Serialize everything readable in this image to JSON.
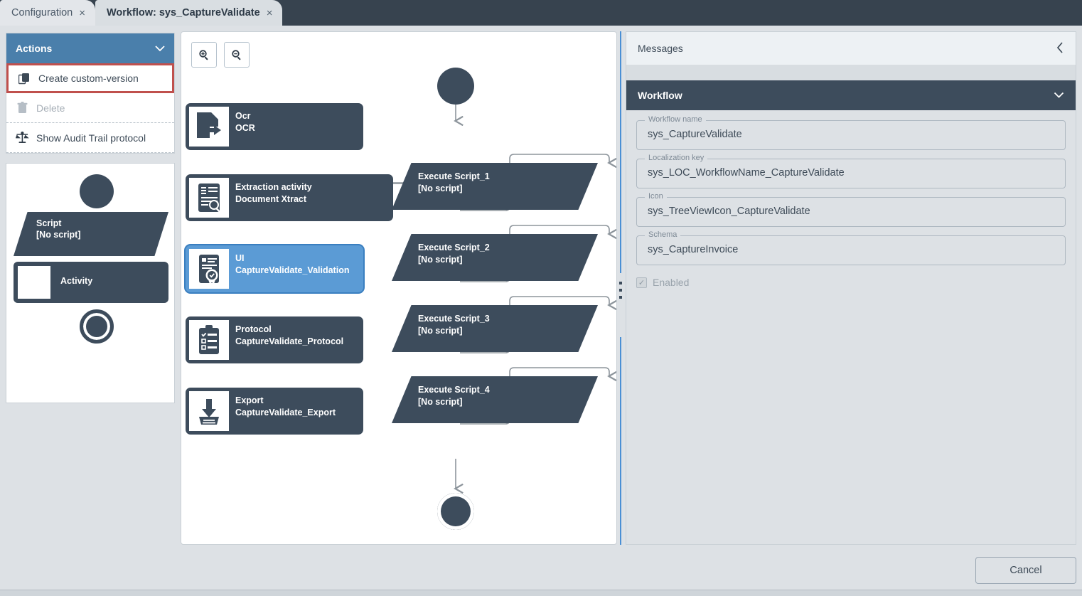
{
  "tabs": [
    {
      "label": "Configuration",
      "close": "×",
      "active": false
    },
    {
      "label": "Workflow: sys_CaptureValidate",
      "close": "×",
      "active": true
    }
  ],
  "actions": {
    "title": "Actions",
    "chevron": "⌄",
    "items": [
      {
        "label": "Create custom-version",
        "icon": "copy-icon",
        "highlighted": true,
        "disabled": false
      },
      {
        "label": "Delete",
        "icon": "trash-icon",
        "highlighted": false,
        "disabled": true
      },
      {
        "label": "Show Audit Trail protocol",
        "icon": "scales-icon",
        "highlighted": false,
        "disabled": false
      }
    ],
    "highlight_color": "#c0504d",
    "header_color": "#4a7fab"
  },
  "legend": {
    "start_label": "",
    "script": {
      "line1": "Script",
      "line2": "[No script]"
    },
    "activity": {
      "label": "Activity"
    },
    "end_label": ""
  },
  "canvas": {
    "zoom_in": "zoom-in",
    "zoom_out": "zoom-out",
    "nodes": [
      {
        "id": "ocr",
        "line1": "Ocr",
        "line2": "OCR",
        "icon": "ocr-document-icon",
        "selected": false
      },
      {
        "id": "extraction",
        "line1": "Extraction activity",
        "line2": "Document Xtract",
        "icon": "extraction-document-icon",
        "selected": false
      },
      {
        "id": "ui",
        "line1": "UI",
        "line2": "CaptureValidate_Validation",
        "icon": "certificate-document-icon",
        "selected": true
      },
      {
        "id": "protocol",
        "line1": "Protocol",
        "line2": "CaptureValidate_Protocol",
        "icon": "clipboard-checklist-icon",
        "selected": false
      },
      {
        "id": "export",
        "line1": "Export",
        "line2": "CaptureValidate_Export",
        "icon": "download-tray-icon",
        "selected": false
      }
    ],
    "scripts": [
      {
        "id": "s1",
        "line1": "Execute Script_1",
        "line2": "[No script]"
      },
      {
        "id": "s2",
        "line1": "Execute Script_2",
        "line2": "[No script]"
      },
      {
        "id": "s3",
        "line1": "Execute Script_3",
        "line2": "[No script]"
      },
      {
        "id": "s4",
        "line1": "Execute Script_4",
        "line2": "[No script]"
      }
    ],
    "node_color": "#3d4c5c",
    "selected_color": "#5b9bd5"
  },
  "right_panel": {
    "messages_title": "Messages",
    "messages_chevron": "‹",
    "workflow_title": "Workflow",
    "workflow_chevron": "⌄",
    "fields": [
      {
        "label": "Workflow name",
        "value": "sys_CaptureValidate"
      },
      {
        "label": "Localization key",
        "value": "sys_LOC_WorkflowName_CaptureValidate"
      },
      {
        "label": "Icon",
        "value": "sys_TreeViewIcon_CaptureValidate"
      },
      {
        "label": "Schema",
        "value": "sys_CaptureInvoice"
      }
    ],
    "enabled": {
      "label": "Enabled",
      "checked": true,
      "mark": "✓"
    }
  },
  "footer": {
    "cancel_label": "Cancel"
  }
}
